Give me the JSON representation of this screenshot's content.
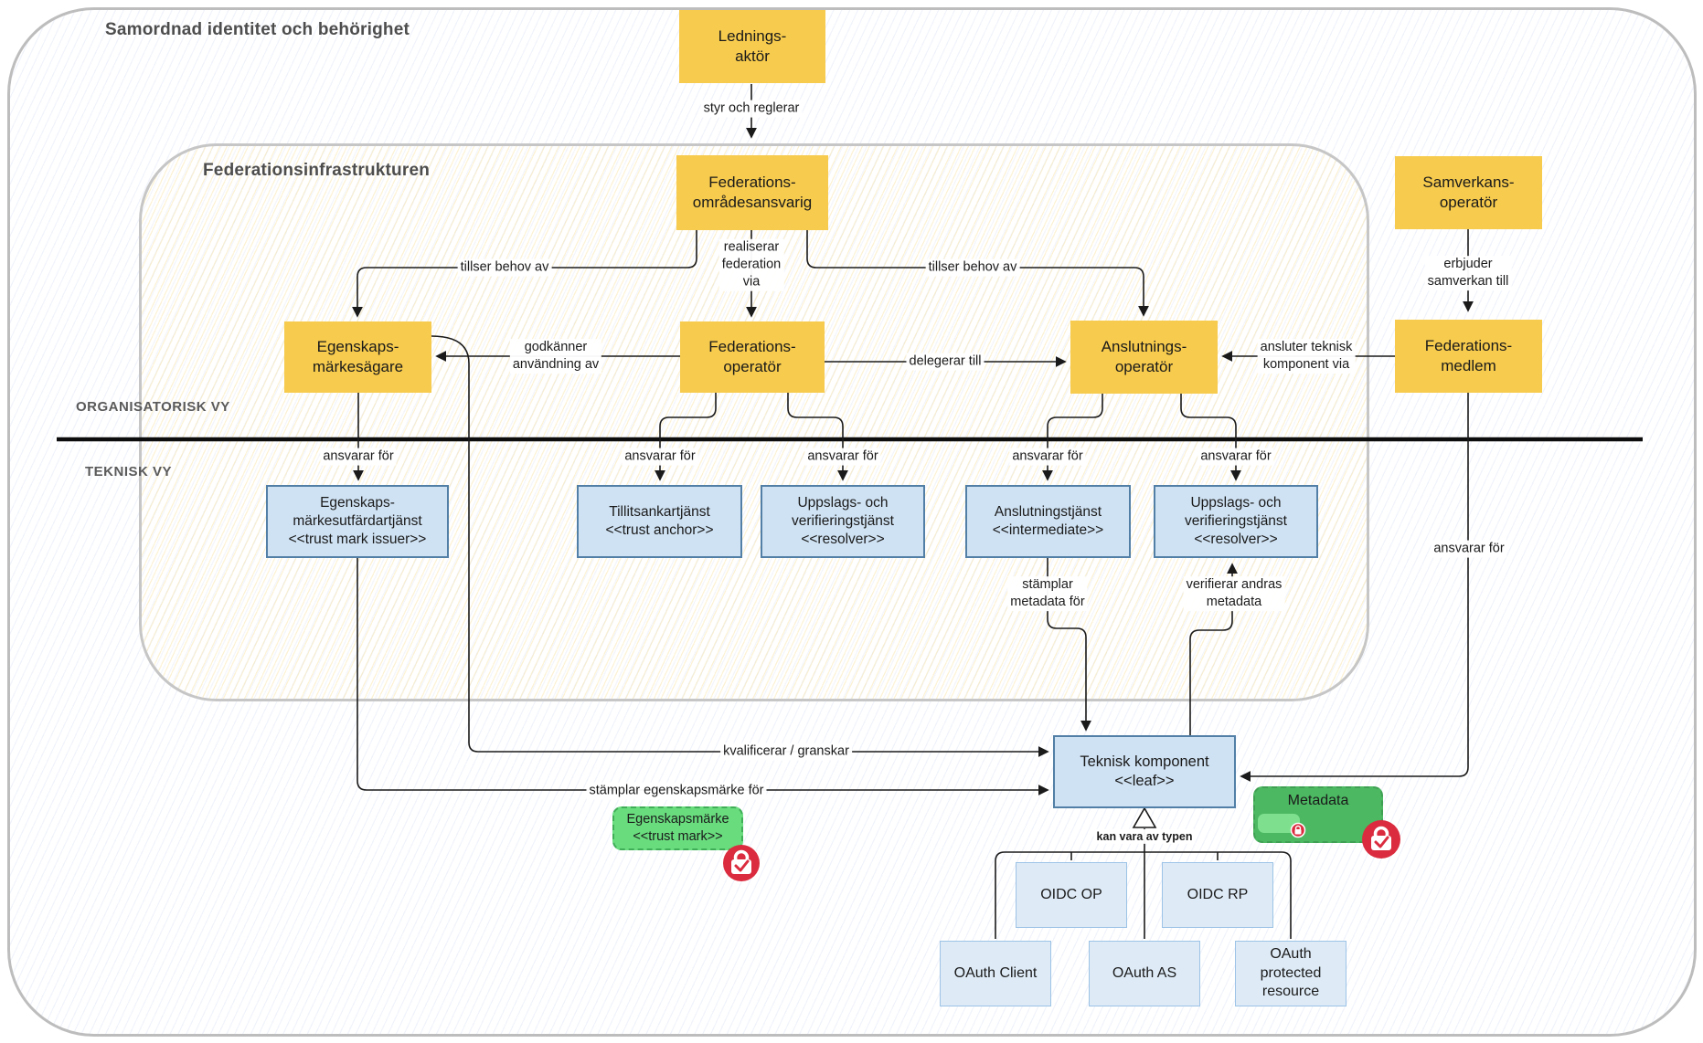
{
  "titles": {
    "outer": "Samordnad identitet och behörighet",
    "inner": "Federationsinfrastrukturen"
  },
  "lanes": {
    "top": "ORGANISATORISK VY",
    "bottom": "TEKNISK VY"
  },
  "nodes": {
    "ledningsaktor": {
      "label": "Lednings-\naktör"
    },
    "omradesansvarig": {
      "label": "Federations-\nområdesansvarig"
    },
    "egenskapsmarkesagare": {
      "label": "Egenskaps-\nmärkesägare"
    },
    "federationsoperator": {
      "label": "Federations-\noperatör"
    },
    "anslutningsoperator": {
      "label": "Anslutnings-\noperatör"
    },
    "samverkansoperator": {
      "label": "Samverkans-\noperatör"
    },
    "federationsmedlem": {
      "label": "Federations-\nmedlem"
    },
    "trust_mark_issuer": {
      "label": "Egenskaps-\nmärkesutfärdartjänst\n<<trust mark issuer>>"
    },
    "trust_anchor": {
      "label": "Tillitsankartjänst\n<<trust anchor>>"
    },
    "resolver_left": {
      "label": "Uppslags- och\nverifieringstjänst\n<<resolver>>"
    },
    "intermediate": {
      "label": "Anslutningstjänst\n<<intermediate>>"
    },
    "resolver_right": {
      "label": "Uppslags- och\nverifieringstjänst\n<<resolver>>"
    },
    "leaf": {
      "label": "Teknisk komponent\n<<leaf>>"
    },
    "oidc_op": {
      "label": "OIDC OP"
    },
    "oidc_rp": {
      "label": "OIDC RP"
    },
    "oauth_client": {
      "label": "OAuth Client"
    },
    "oauth_as": {
      "label": "OAuth AS"
    },
    "oauth_protected_resource": {
      "label": "OAuth\nprotected\nresource"
    },
    "egenskapsmarke": {
      "label": "Egenskapsmärke\n<<trust mark>>"
    },
    "metadata": {
      "label": "Metadata"
    }
  },
  "edge_labels": {
    "styr_och_reglerar": "styr och reglerar",
    "tillser_behov_av": "tillser behov av",
    "realiserar_federation_via": "realiserar\nfederation\nvia",
    "godkanner_anvandning_av": "godkänner\nanvändning av",
    "delegerar_till": "delegerar till",
    "ansluter_teknisk_komponent_via": "ansluter teknisk\nkomponent via",
    "erbjuder_samverkan_till": "erbjuder\nsamverkan till",
    "ansvarar_for": "ansvarar för",
    "stamplar_metadata_for": "stämplar\nmetadata för",
    "verifierar_andras_metadata": "verifierar andras\nmetadata",
    "kvalificerar_granskar": "kvalificerar / granskar",
    "stamplar_egenskapsmarke_for": "stämplar egenskapsmärke för",
    "kan_vara_av_typen": "kan vara av typen"
  },
  "colors": {
    "actor_yellow": "#F7CB4D",
    "service_blue_fill": "#CFE2F3",
    "service_blue_border": "#527FA6",
    "type_blue_fill": "#DEEBF7",
    "note_green": "#69DC7E",
    "metadata_green": "#4CB862",
    "lock_red": "#DA2C3E",
    "line_black": "#1a1a1a"
  }
}
